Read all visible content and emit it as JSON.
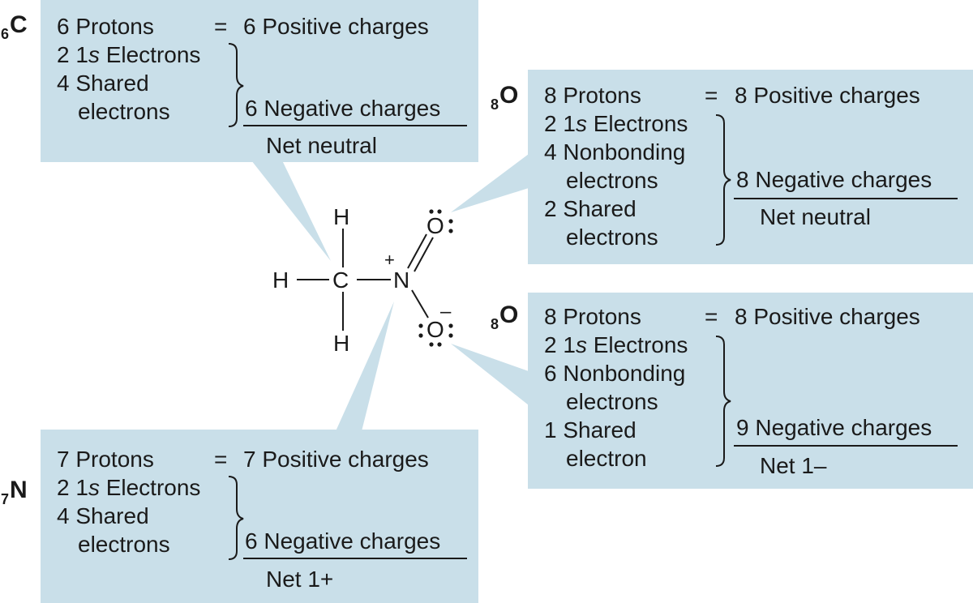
{
  "colors": {
    "box": "#c9dfe9",
    "text": "#1a1a1a"
  },
  "molecule": {
    "atoms": {
      "h_top": "H",
      "h_left": "H",
      "h_bottom": "H",
      "c": "C",
      "n": "N",
      "o_top": "O",
      "o_bottom": "O"
    },
    "charges": {
      "n": "+",
      "o_bottom": "–"
    }
  },
  "carbon": {
    "label_num": "6",
    "label_sym": "C",
    "protons": "6 Protons",
    "eq": "=",
    "positive": "6 Positive charges",
    "electrons_1s_num": "2 1",
    "electrons_1s_s": "s",
    "electrons_1s_rest": " Electrons",
    "shared_1": "4 Shared",
    "shared_2": "electrons",
    "negative": "6 Negative charges",
    "net": "Net neutral"
  },
  "nitrogen": {
    "label_num": "7",
    "label_sym": "N",
    "protons": "7 Protons",
    "eq": "=",
    "positive": "7 Positive charges",
    "electrons_1s_num": "2 1",
    "electrons_1s_s": "s",
    "electrons_1s_rest": " Electrons",
    "shared_1": "4 Shared",
    "shared_2": "electrons",
    "negative": "6 Negative charges",
    "net": "Net 1+"
  },
  "oxygen_double": {
    "label_num": "8",
    "label_sym": "O",
    "protons": "8 Protons",
    "eq": "=",
    "positive": "8 Positive charges",
    "electrons_1s_num": "2 1",
    "electrons_1s_s": "s",
    "electrons_1s_rest": " Electrons",
    "nonbonding_1": "4 Nonbonding",
    "nonbonding_2": "electrons",
    "shared_1": "2 Shared",
    "shared_2": "electrons",
    "negative": "8 Negative charges",
    "net": "Net neutral"
  },
  "oxygen_single": {
    "label_num": "8",
    "label_sym": "O",
    "protons": "8 Protons",
    "eq": "=",
    "positive": "8 Positive charges",
    "electrons_1s_num": "2 1",
    "electrons_1s_s": "s",
    "electrons_1s_rest": " Electrons",
    "nonbonding_1": "6 Nonbonding",
    "nonbonding_2": "electrons",
    "shared_1": "1 Shared",
    "shared_2": "electron",
    "negative": "9 Negative charges",
    "net": "Net 1–"
  }
}
